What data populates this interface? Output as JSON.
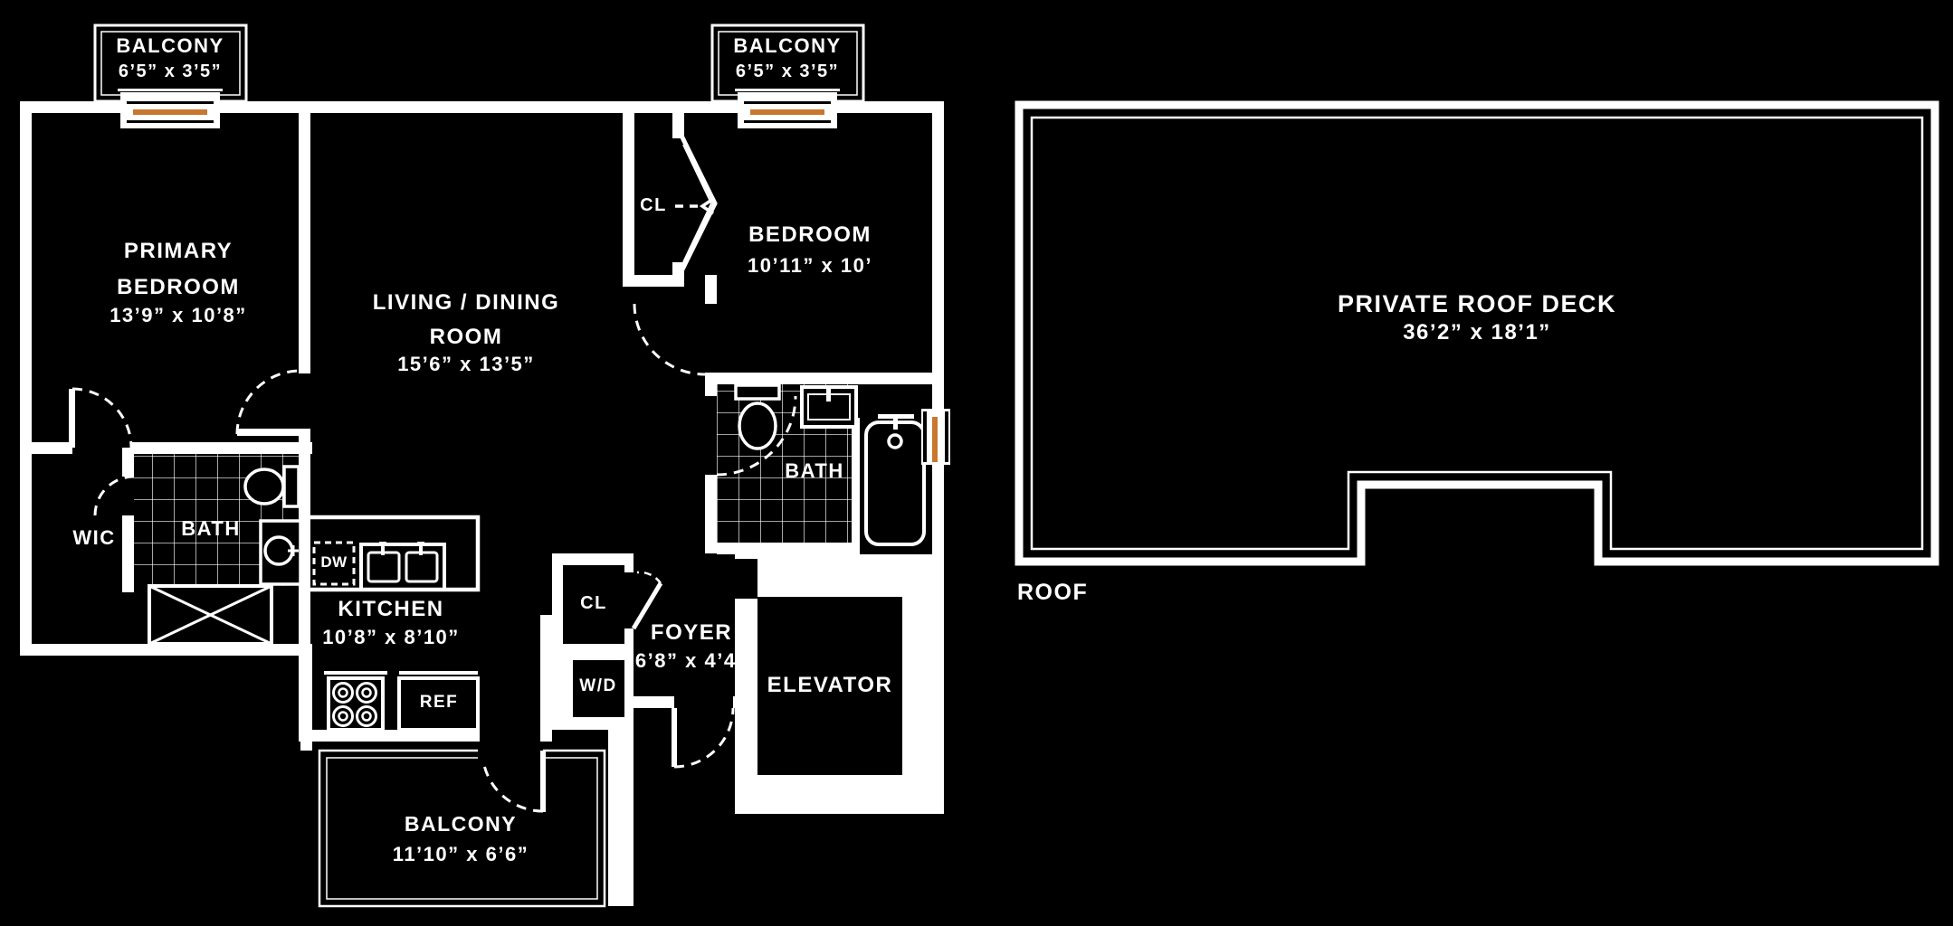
{
  "colors": {
    "background": "#000000",
    "wall": "#ffffff",
    "accent_orange": "#c8772e"
  },
  "rooms": {
    "balcony_top_left": {
      "name": "BALCONY",
      "dims": "6’5” x 3’5”"
    },
    "balcony_top_right": {
      "name": "BALCONY",
      "dims": "6’5” x 3’5”"
    },
    "primary_bedroom": {
      "name": "PRIMARY BEDROOM",
      "dims": "13’9” x 10’8”"
    },
    "living_dining": {
      "name": "LIVING / DINING ROOM",
      "dims": "15’6” x 13’5”"
    },
    "bedroom": {
      "name": "BEDROOM",
      "dims": "10’11” x 10’"
    },
    "kitchen": {
      "name": "KITCHEN",
      "dims": "10’8” x 8’10”"
    },
    "foyer": {
      "name": "FOYER",
      "dims": "6’8” x 4’4”"
    },
    "balcony_lower": {
      "name": "BALCONY",
      "dims": "11’10” x 6’6”"
    },
    "bath_primary": {
      "name": "BATH"
    },
    "bath_hall": {
      "name": "BATH"
    },
    "wic": {
      "name": "WIC"
    },
    "bedroom_closet": {
      "name": "CL"
    },
    "foyer_closet": {
      "name": "CL"
    },
    "washer_dryer": {
      "name": "W/D"
    },
    "elevator": {
      "name": "ELEVATOR"
    }
  },
  "appliances": {
    "dishwasher": "DW",
    "refrigerator": "REF"
  },
  "roof": {
    "deck": {
      "name": "PRIVATE ROOF DECK",
      "dims": "36’2” x 18’1”"
    },
    "area_label": "ROOF"
  }
}
